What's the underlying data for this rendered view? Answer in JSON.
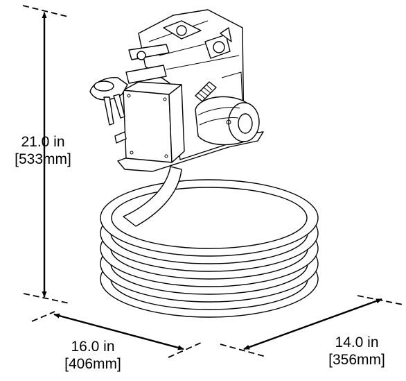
{
  "dimensions": {
    "height": {
      "imperial": "21.0 in",
      "metric": "[533mm]"
    },
    "width": {
      "imperial": "16.0 in",
      "metric": "[406mm]"
    },
    "depth": {
      "imperial": "14.0 in",
      "metric": "[356mm]"
    }
  },
  "colors": {
    "line": "#000000",
    "background": "#ffffff"
  }
}
